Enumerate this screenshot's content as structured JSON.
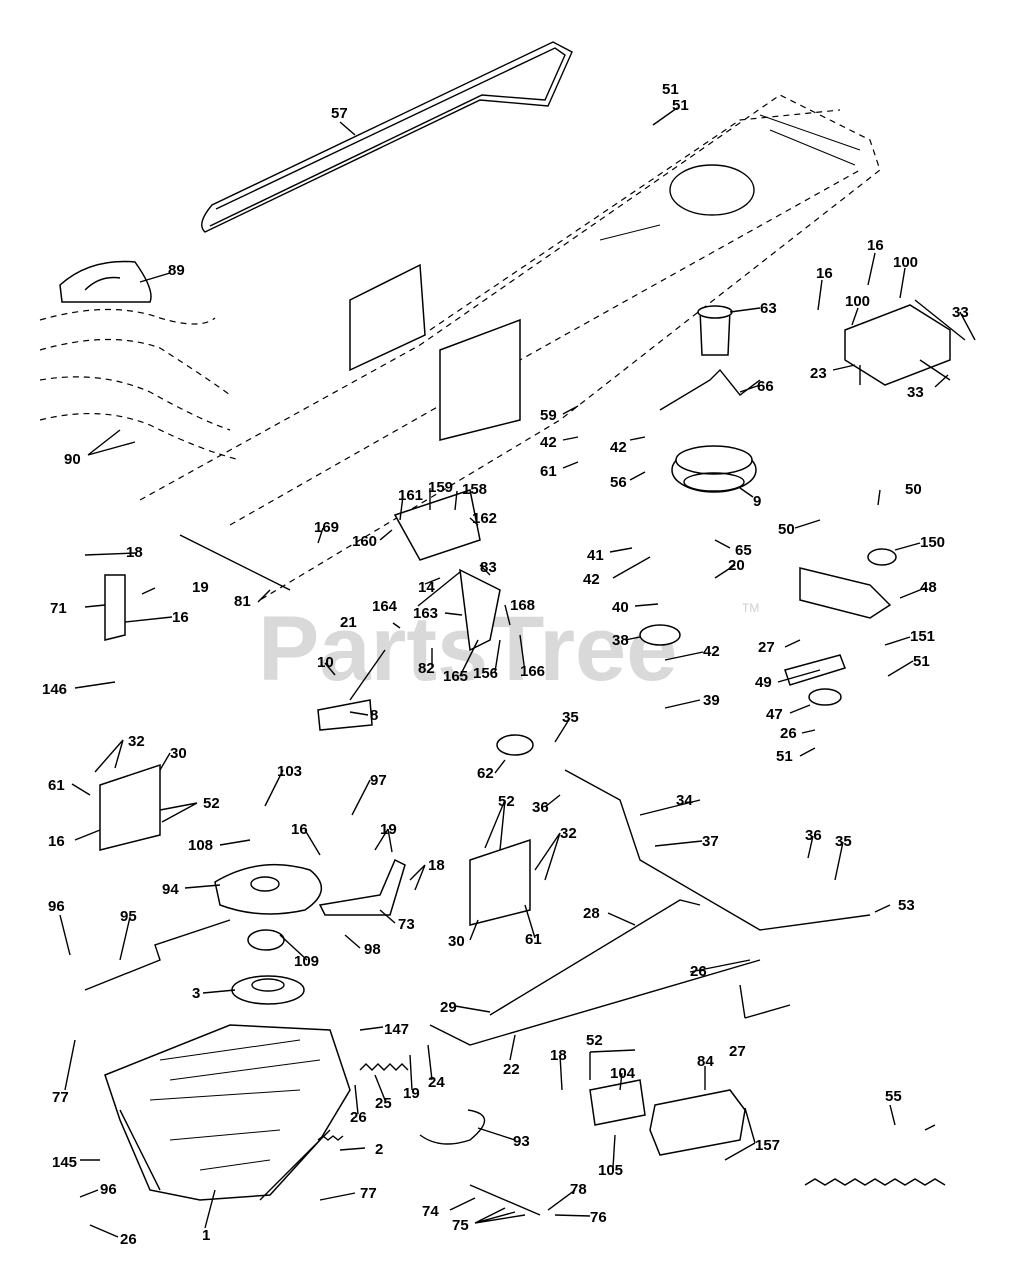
{
  "watermark": {
    "text": "PartsTree",
    "trademark": "TM"
  },
  "callouts": [
    {
      "id": "c57",
      "label": "57"
    },
    {
      "id": "c51a",
      "label": "51"
    },
    {
      "id": "c51b",
      "label": "51"
    },
    {
      "id": "c89",
      "label": "89"
    },
    {
      "id": "c63",
      "label": "63"
    },
    {
      "id": "c16a",
      "label": "16"
    },
    {
      "id": "c100a",
      "label": "100"
    },
    {
      "id": "c16b",
      "label": "16"
    },
    {
      "id": "c100b",
      "label": "100"
    },
    {
      "id": "c33a",
      "label": "33"
    },
    {
      "id": "c23",
      "label": "23"
    },
    {
      "id": "c33b",
      "label": "33"
    },
    {
      "id": "c66",
      "label": "66"
    },
    {
      "id": "c59",
      "label": "59"
    },
    {
      "id": "c42a",
      "label": "42"
    },
    {
      "id": "c42b",
      "label": "42"
    },
    {
      "id": "c61a",
      "label": "61"
    },
    {
      "id": "c56",
      "label": "56"
    },
    {
      "id": "c90",
      "label": "90"
    },
    {
      "id": "c9",
      "label": "9"
    },
    {
      "id": "c161",
      "label": "161"
    },
    {
      "id": "c159",
      "label": "159"
    },
    {
      "id": "c158",
      "label": "158"
    },
    {
      "id": "c50a",
      "label": "50"
    },
    {
      "id": "c169",
      "label": "169"
    },
    {
      "id": "c162",
      "label": "162"
    },
    {
      "id": "c160",
      "label": "160"
    },
    {
      "id": "c50b",
      "label": "50"
    },
    {
      "id": "c65",
      "label": "65"
    },
    {
      "id": "c150",
      "label": "150"
    },
    {
      "id": "c41",
      "label": "41"
    },
    {
      "id": "c18a",
      "label": "18"
    },
    {
      "id": "c42c",
      "label": "42"
    },
    {
      "id": "c83",
      "label": "83"
    },
    {
      "id": "c14",
      "label": "14"
    },
    {
      "id": "c164",
      "label": "164"
    },
    {
      "id": "c20",
      "label": "20"
    },
    {
      "id": "c48",
      "label": "48"
    },
    {
      "id": "c19a",
      "label": "19"
    },
    {
      "id": "c81",
      "label": "81"
    },
    {
      "id": "c40",
      "label": "40"
    },
    {
      "id": "c71",
      "label": "71"
    },
    {
      "id": "c16c",
      "label": "16"
    },
    {
      "id": "c163",
      "label": "163"
    },
    {
      "id": "c168",
      "label": "168"
    },
    {
      "id": "c21",
      "label": "21"
    },
    {
      "id": "c38",
      "label": "38"
    },
    {
      "id": "c27a",
      "label": "27"
    },
    {
      "id": "c151",
      "label": "151"
    },
    {
      "id": "c10",
      "label": "10"
    },
    {
      "id": "c82",
      "label": "82"
    },
    {
      "id": "c165",
      "label": "165"
    },
    {
      "id": "c156",
      "label": "156"
    },
    {
      "id": "c166",
      "label": "166"
    },
    {
      "id": "c42d",
      "label": "42"
    },
    {
      "id": "c51c",
      "label": "51"
    },
    {
      "id": "c146",
      "label": "146"
    },
    {
      "id": "c49",
      "label": "49"
    },
    {
      "id": "c39",
      "label": "39"
    },
    {
      "id": "c47",
      "label": "47"
    },
    {
      "id": "c8",
      "label": "8"
    },
    {
      "id": "c35a",
      "label": "35"
    },
    {
      "id": "c26a",
      "label": "26"
    },
    {
      "id": "c32a",
      "label": "32"
    },
    {
      "id": "c51d",
      "label": "51"
    },
    {
      "id": "c30a",
      "label": "30"
    },
    {
      "id": "c62",
      "label": "62"
    },
    {
      "id": "c103",
      "label": "103"
    },
    {
      "id": "c97",
      "label": "97"
    },
    {
      "id": "c61b",
      "label": "61"
    },
    {
      "id": "c52a",
      "label": "52"
    },
    {
      "id": "c36a",
      "label": "36"
    },
    {
      "id": "c34",
      "label": "34"
    },
    {
      "id": "c16d",
      "label": "16"
    },
    {
      "id": "c52b",
      "label": "52"
    },
    {
      "id": "c16e",
      "label": "16"
    },
    {
      "id": "c19b",
      "label": "19"
    },
    {
      "id": "c32b",
      "label": "32"
    },
    {
      "id": "c108",
      "label": "108"
    },
    {
      "id": "c37",
      "label": "37"
    },
    {
      "id": "c36b",
      "label": "36"
    },
    {
      "id": "c35b",
      "label": "35"
    },
    {
      "id": "c18b",
      "label": "18"
    },
    {
      "id": "c94",
      "label": "94"
    },
    {
      "id": "c73",
      "label": "73"
    },
    {
      "id": "c96a",
      "label": "96"
    },
    {
      "id": "c53",
      "label": "53"
    },
    {
      "id": "c95",
      "label": "95"
    },
    {
      "id": "c28",
      "label": "28"
    },
    {
      "id": "c30b",
      "label": "30"
    },
    {
      "id": "c61c",
      "label": "61"
    },
    {
      "id": "c98",
      "label": "98"
    },
    {
      "id": "c109",
      "label": "109"
    },
    {
      "id": "c26b",
      "label": "26"
    },
    {
      "id": "c3",
      "label": "3"
    },
    {
      "id": "c29",
      "label": "29"
    },
    {
      "id": "c27b",
      "label": "27"
    },
    {
      "id": "c147",
      "label": "147"
    },
    {
      "id": "c22",
      "label": "22"
    },
    {
      "id": "c52c",
      "label": "52"
    },
    {
      "id": "c84",
      "label": "84"
    },
    {
      "id": "c77a",
      "label": "77"
    },
    {
      "id": "c19c",
      "label": "19"
    },
    {
      "id": "c24",
      "label": "24"
    },
    {
      "id": "c18c",
      "label": "18"
    },
    {
      "id": "c104",
      "label": "104"
    },
    {
      "id": "c55",
      "label": "55"
    },
    {
      "id": "c25",
      "label": "25"
    },
    {
      "id": "c26c",
      "label": "26"
    },
    {
      "id": "c93",
      "label": "93"
    },
    {
      "id": "c157",
      "label": "157"
    },
    {
      "id": "c2",
      "label": "2"
    },
    {
      "id": "c145",
      "label": "145"
    },
    {
      "id": "c105",
      "label": "105"
    },
    {
      "id": "c96b",
      "label": "96"
    },
    {
      "id": "c77b",
      "label": "77"
    },
    {
      "id": "c78",
      "label": "78"
    },
    {
      "id": "c74",
      "label": "74"
    },
    {
      "id": "c76",
      "label": "76"
    },
    {
      "id": "c75",
      "label": "75"
    },
    {
      "id": "c1",
      "label": "1"
    },
    {
      "id": "c26d",
      "label": "26"
    }
  ]
}
